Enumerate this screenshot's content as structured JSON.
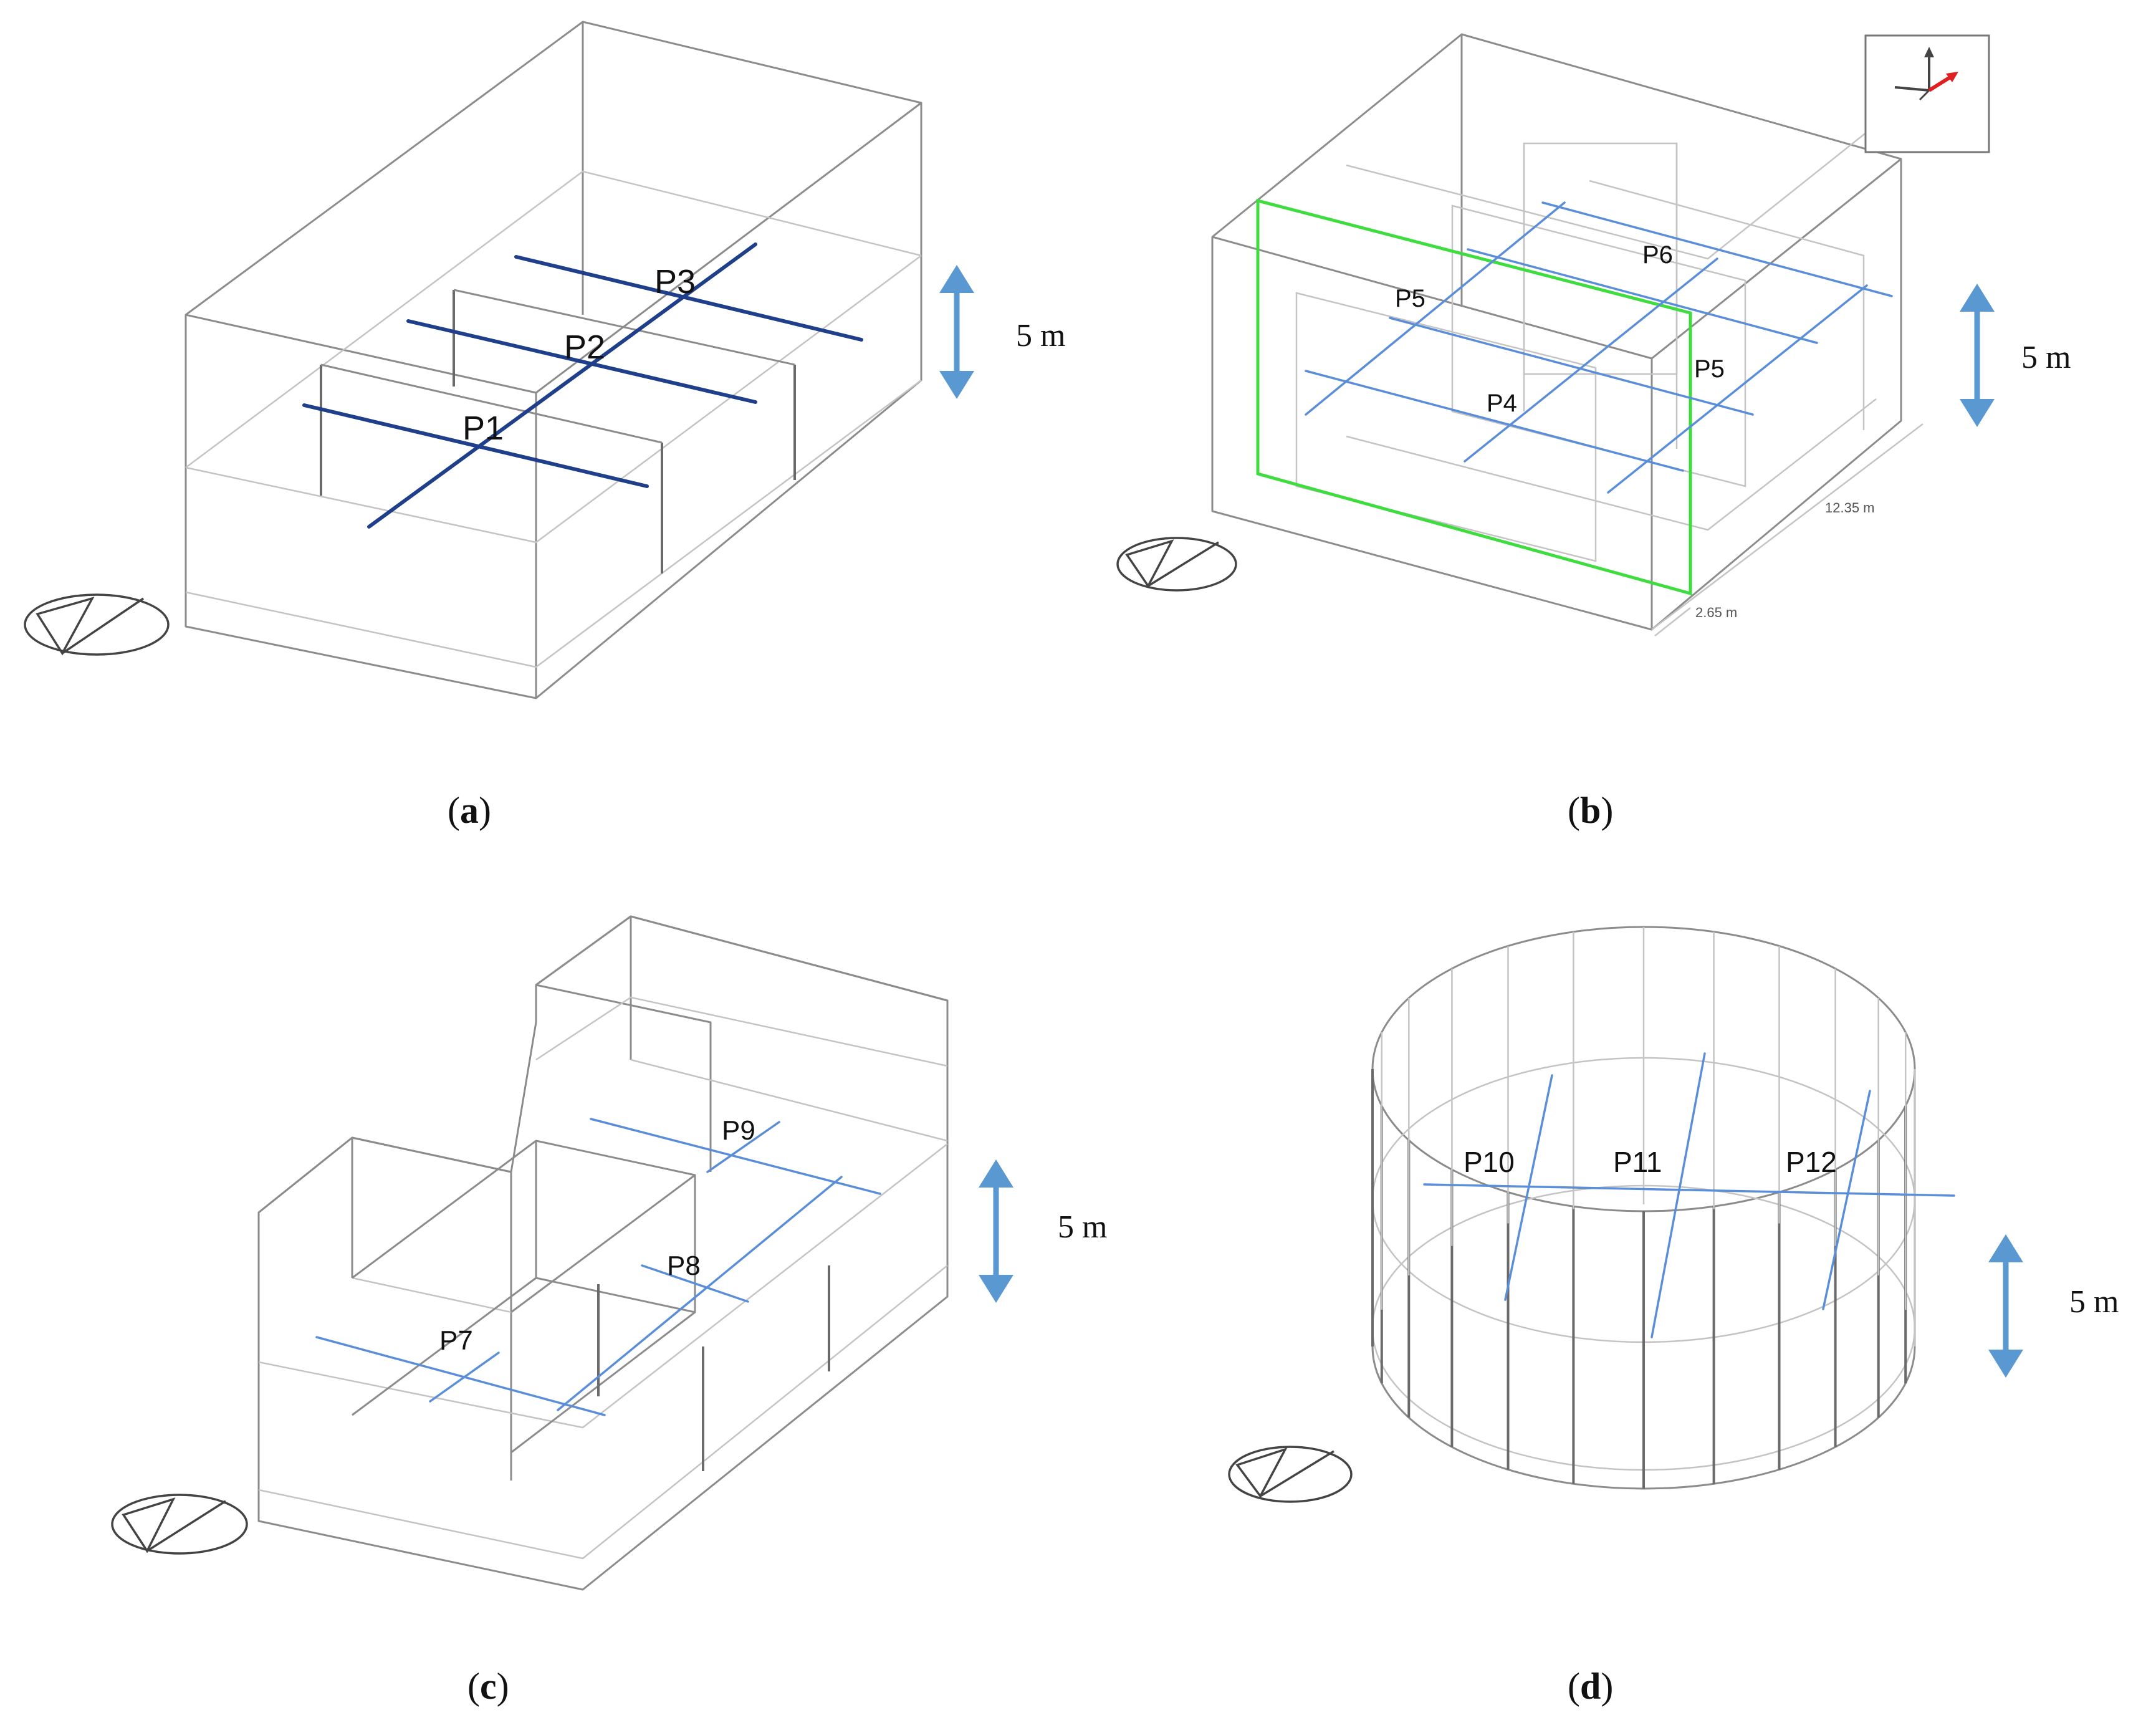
{
  "panels": [
    {
      "id": "a",
      "caption_label": "a",
      "probe_labels": [
        "P1",
        "P2",
        "P3"
      ],
      "scale_label": "5 m"
    },
    {
      "id": "b",
      "caption_label": "b",
      "probe_labels": [
        "P4",
        "P5",
        "P5",
        "P6"
      ],
      "scale_label": "5 m",
      "dimension_labels": [
        "12.35 m",
        "2.65 m"
      ]
    },
    {
      "id": "c",
      "caption_label": "c",
      "probe_labels": [
        "P7",
        "P8",
        "P9"
      ],
      "scale_label": "5 m"
    },
    {
      "id": "d",
      "caption_label": "d",
      "probe_labels": [
        "P10",
        "P11",
        "P12"
      ],
      "scale_label": "5 m"
    }
  ],
  "colors": {
    "wireframe": "#8c8c8c",
    "probe_dark": "#1f3f8a",
    "probe_light": "#5b8ed8",
    "scale_arrow": "#5a98d2",
    "section_frame": "#3fdc3f"
  }
}
